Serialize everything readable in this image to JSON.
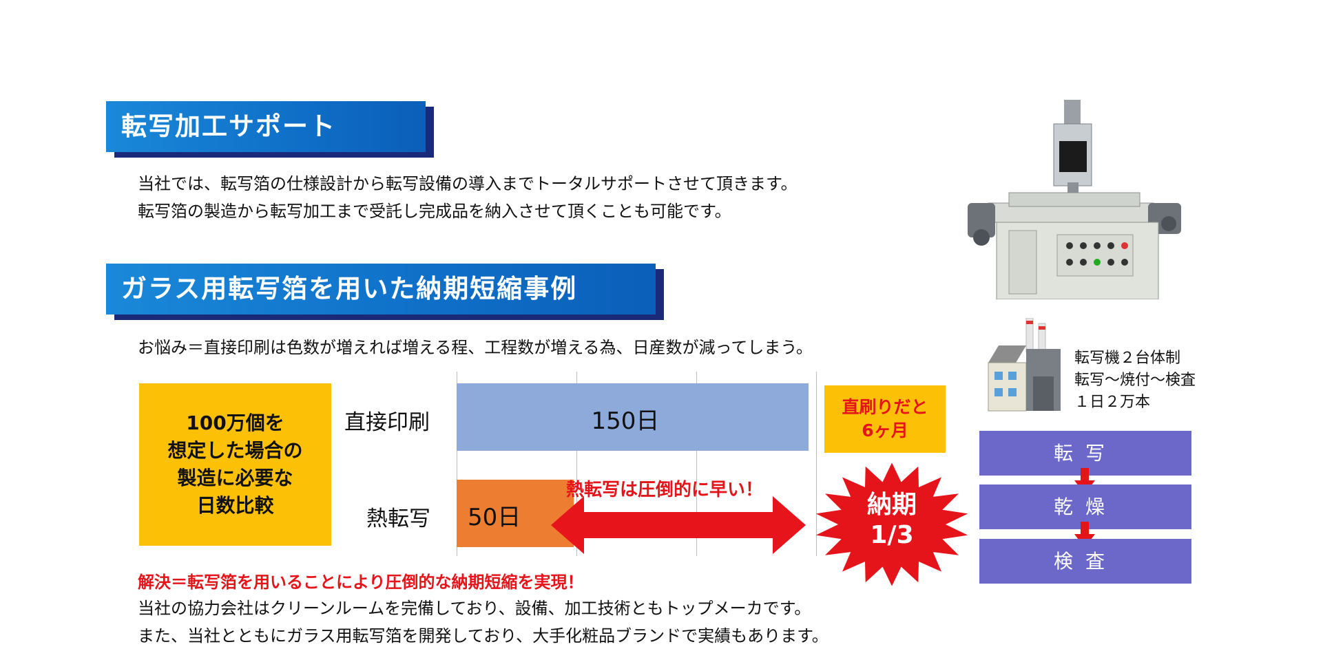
{
  "section1": {
    "title": "転写加工サポート",
    "lines": [
      "当社では、転写箔の仕様設計から転写設備の導入までトータルサポートさせて頂きます。",
      "転写箔の製造から転写加工まで受託し完成品を納入させて頂くことも可能です。"
    ]
  },
  "section2": {
    "title": "ガラス用転写箔を用いた納期短縮事例",
    "problem": "お悩み＝直接印刷は色数が増えれば増える程、工程数が増える為、日産数が減ってしまう。"
  },
  "chart_data": {
    "type": "bar",
    "orientation": "horizontal",
    "categories": [
      "直接印刷",
      "熱転写"
    ],
    "values": [
      150,
      50
    ],
    "value_labels": [
      "150日",
      "50日"
    ],
    "category_description": "100万個を想定した場合の製造に必要な日数比較",
    "bar_colors": [
      "#8eaadb",
      "#ed7d31"
    ],
    "xlim": [
      0,
      150
    ],
    "grid": true,
    "annotations": {
      "fast": "熱転写は圧倒的に早い！",
      "note_line1": "直刷りだと",
      "note_line2": "6ヶ月",
      "burst_line1": "納期",
      "burst_line2": "1/3"
    }
  },
  "comparison_box": {
    "lines": [
      "100万個を",
      "想定した場合の",
      "製造に必要な",
      "日数比較"
    ]
  },
  "factory": {
    "lines": [
      "転写機２台体制",
      "転写～焼付～検査",
      "１日２万本"
    ]
  },
  "process": {
    "steps": [
      "転写",
      "乾燥",
      "検査"
    ],
    "box_color": "#6b68c9",
    "arrow_color": "#e5141b"
  },
  "solution": {
    "headline": "解決＝転写箔を用いることにより圧倒的な納期短縮を実現！",
    "lines": [
      "当社の協力会社はクリーンルームを完備しており、設備、加工技術ともトップメーカです。",
      "また、当社とともにガラス用転写箔を開発しており、大手化粧品ブランドで実績もあります。"
    ]
  },
  "colors": {
    "header_blue": "#0f6fc8",
    "header_shadow": "#1b2a78",
    "accent_yellow": "#fcc007",
    "accent_red": "#e5141b"
  }
}
